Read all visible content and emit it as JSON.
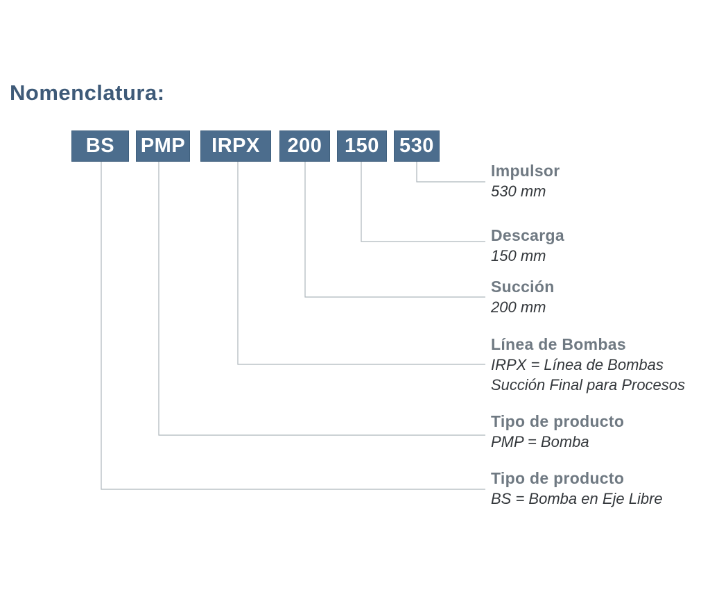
{
  "title": "Nomenclatura:",
  "colors": {
    "box_fill": "#4c6d8d",
    "box_text": "#ffffff",
    "title_text": "#3e5a78",
    "heading_text": "#6f7982",
    "value_text": "#33373b",
    "connector": "#aeb6bc",
    "background": "#ffffff"
  },
  "code_boxes": [
    {
      "label": "BS"
    },
    {
      "label": "PMP"
    },
    {
      "label": "IRPX"
    },
    {
      "label": "200"
    },
    {
      "label": "150"
    },
    {
      "label": "530"
    }
  ],
  "labels": [
    {
      "heading": "Impulsor",
      "value": "530 mm"
    },
    {
      "heading": "Descarga",
      "value": "150 mm"
    },
    {
      "heading": "Succión",
      "value": "200 mm"
    },
    {
      "heading": "Línea de Bombas",
      "value": "IRPX = Línea de Bombas",
      "value2": "Succión Final para Procesos"
    },
    {
      "heading": "Tipo de producto",
      "value": "PMP = Bomba"
    },
    {
      "heading": "Tipo de producto",
      "value": "BS = Bomba en Eje Libre"
    }
  ]
}
